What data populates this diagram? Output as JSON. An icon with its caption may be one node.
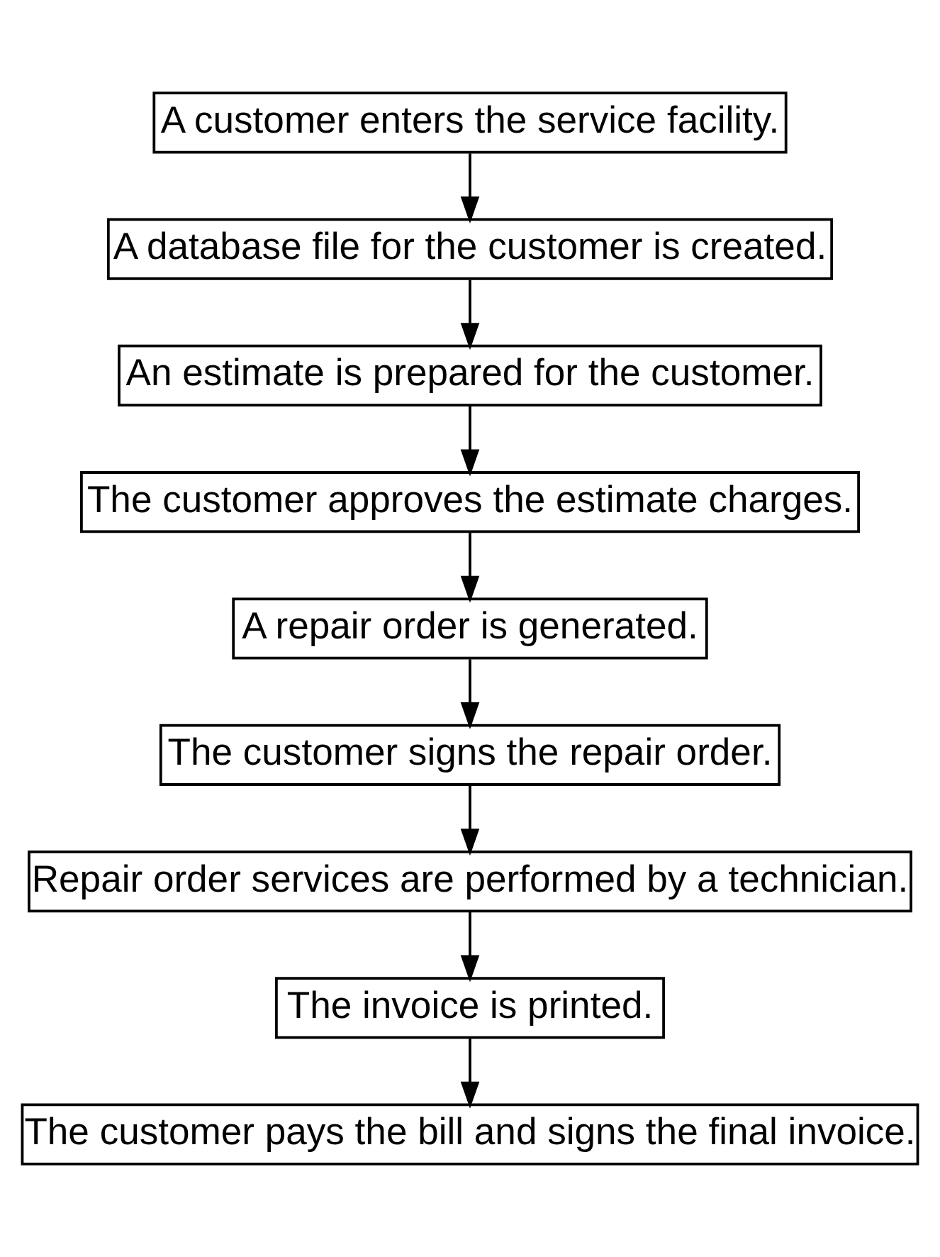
{
  "diagram": {
    "nodes": [
      {
        "text": [
          "A customer enters the service facility."
        ]
      },
      {
        "text": [
          "A database file for the customer is created."
        ]
      },
      {
        "text": [
          "An estimate is prepared for the customer."
        ]
      },
      {
        "text": [
          "The customer approves the estimate charges."
        ]
      },
      {
        "text": [
          "A repair order is generated."
        ]
      },
      {
        "text": [
          "The customer signs the repair order."
        ]
      },
      {
        "text": [
          "Repair order services are performed by a technician."
        ]
      },
      {
        "text": [
          "The invoice is printed."
        ]
      },
      {
        "text": [
          "The customer pays the bill and signs the final invoice."
        ]
      }
    ],
    "edges": [
      {
        "from": 0,
        "to": 1,
        "arrow": "to"
      },
      {
        "from": 1,
        "to": 2,
        "arrow": "to"
      },
      {
        "from": 2,
        "to": 3,
        "arrow": "to"
      },
      {
        "from": 3,
        "to": 4,
        "arrow": "to"
      },
      {
        "from": 4,
        "to": 5,
        "arrow": "to"
      },
      {
        "from": 5,
        "to": 6,
        "arrow": "to"
      },
      {
        "from": 6,
        "to": 7,
        "arrow": "to"
      },
      {
        "from": 7,
        "to": 8,
        "arrow": "to"
      }
    ]
  }
}
